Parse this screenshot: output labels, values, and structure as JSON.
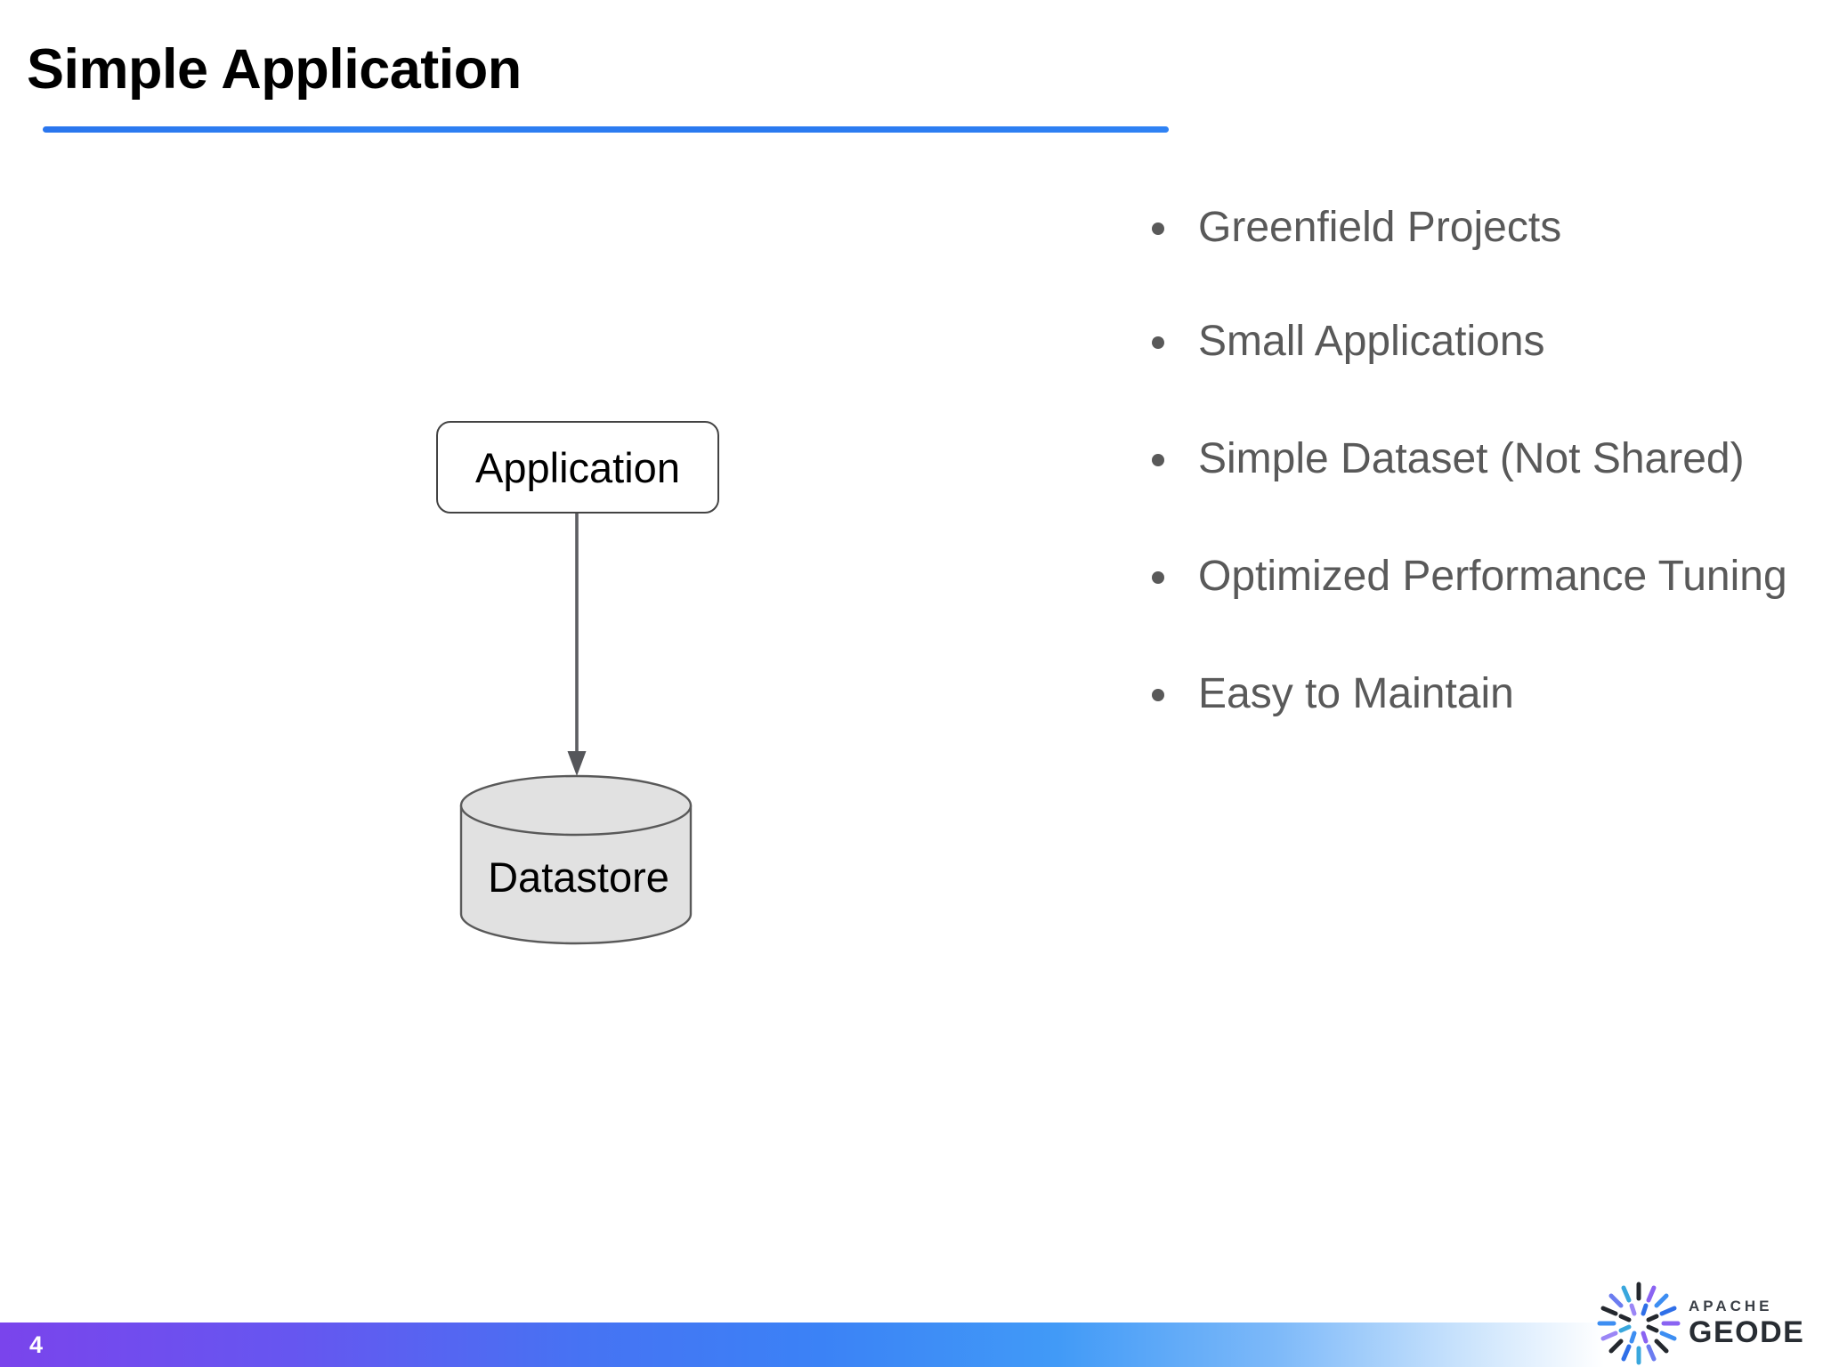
{
  "slide": {
    "title": "Simple Application"
  },
  "diagram": {
    "application_label": "Application",
    "datastore_label": "Datastore",
    "connector": "arrow-down"
  },
  "bullets": {
    "items": [
      "Greenfield Projects",
      "Small Applications",
      "Simple Dataset (Not Shared)",
      "Optimized Performance Tuning",
      "Easy to Maintain"
    ]
  },
  "footer": {
    "page_number": "4"
  },
  "logo": {
    "brand_top": "APACHE",
    "brand_bottom": "GEODE",
    "icon": "starburst-icon"
  },
  "colors": {
    "accent_line": "#2f82f4",
    "bullet_text": "#595959",
    "bar_purple": "#7a44ec",
    "bar_blue": "#3b82f6",
    "cylinder_fill": "#e1e1e1",
    "diagram_stroke": "#595959"
  }
}
